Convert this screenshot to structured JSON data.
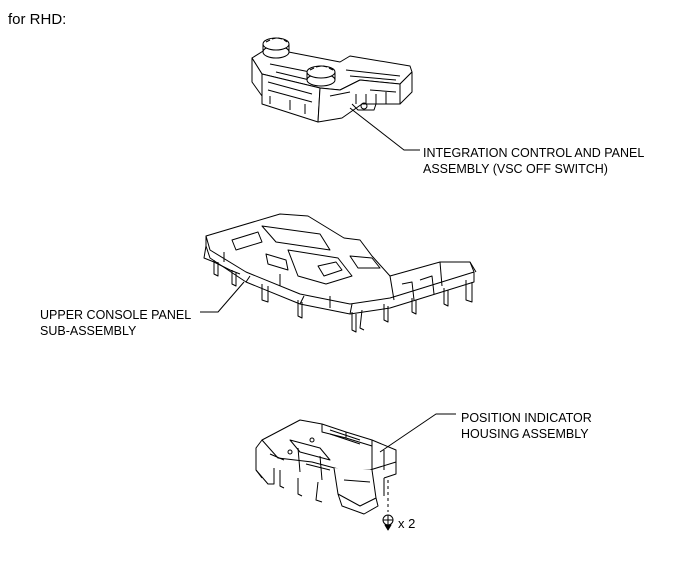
{
  "heading": "for RHD:",
  "labels": {
    "integration_line1": "INTEGRATION CONTROL AND PANEL",
    "integration_line2": "ASSEMBLY (VSC OFF SWITCH)",
    "upper_line1": "UPPER CONSOLE PANEL",
    "upper_line2": "SUB-ASSEMBLY",
    "position_line1": "POSITION INDICATOR",
    "position_line2": "HOUSING ASSEMBLY",
    "clip_quantity": "x 2"
  },
  "colors": {
    "line": "#000000",
    "background": "#ffffff"
  }
}
